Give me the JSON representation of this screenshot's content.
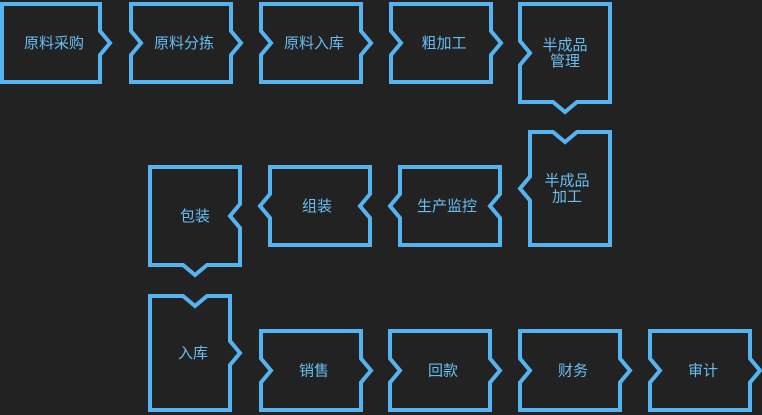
{
  "flowchart": {
    "steps": [
      {
        "id": "s1",
        "label": [
          "原料采购"
        ]
      },
      {
        "id": "s2",
        "label": [
          "原料分拣"
        ]
      },
      {
        "id": "s3",
        "label": [
          "原料入库"
        ]
      },
      {
        "id": "s4",
        "label": [
          "粗加工"
        ]
      },
      {
        "id": "s5",
        "label": [
          "半成品",
          "管理"
        ]
      },
      {
        "id": "s6",
        "label": [
          "半成品",
          "加工"
        ]
      },
      {
        "id": "s7",
        "label": [
          "生产监控"
        ]
      },
      {
        "id": "s8",
        "label": [
          "组装"
        ]
      },
      {
        "id": "s9",
        "label": [
          "包装"
        ]
      },
      {
        "id": "s10",
        "label": [
          "入库"
        ]
      },
      {
        "id": "s11",
        "label": [
          "销售"
        ]
      },
      {
        "id": "s12",
        "label": [
          "回款"
        ]
      },
      {
        "id": "s13",
        "label": [
          "财务"
        ]
      },
      {
        "id": "s14",
        "label": [
          "审计"
        ]
      }
    ]
  },
  "colors": {
    "background": "#222222",
    "stroke": "#55b4f0",
    "text": "#68bdf2"
  }
}
